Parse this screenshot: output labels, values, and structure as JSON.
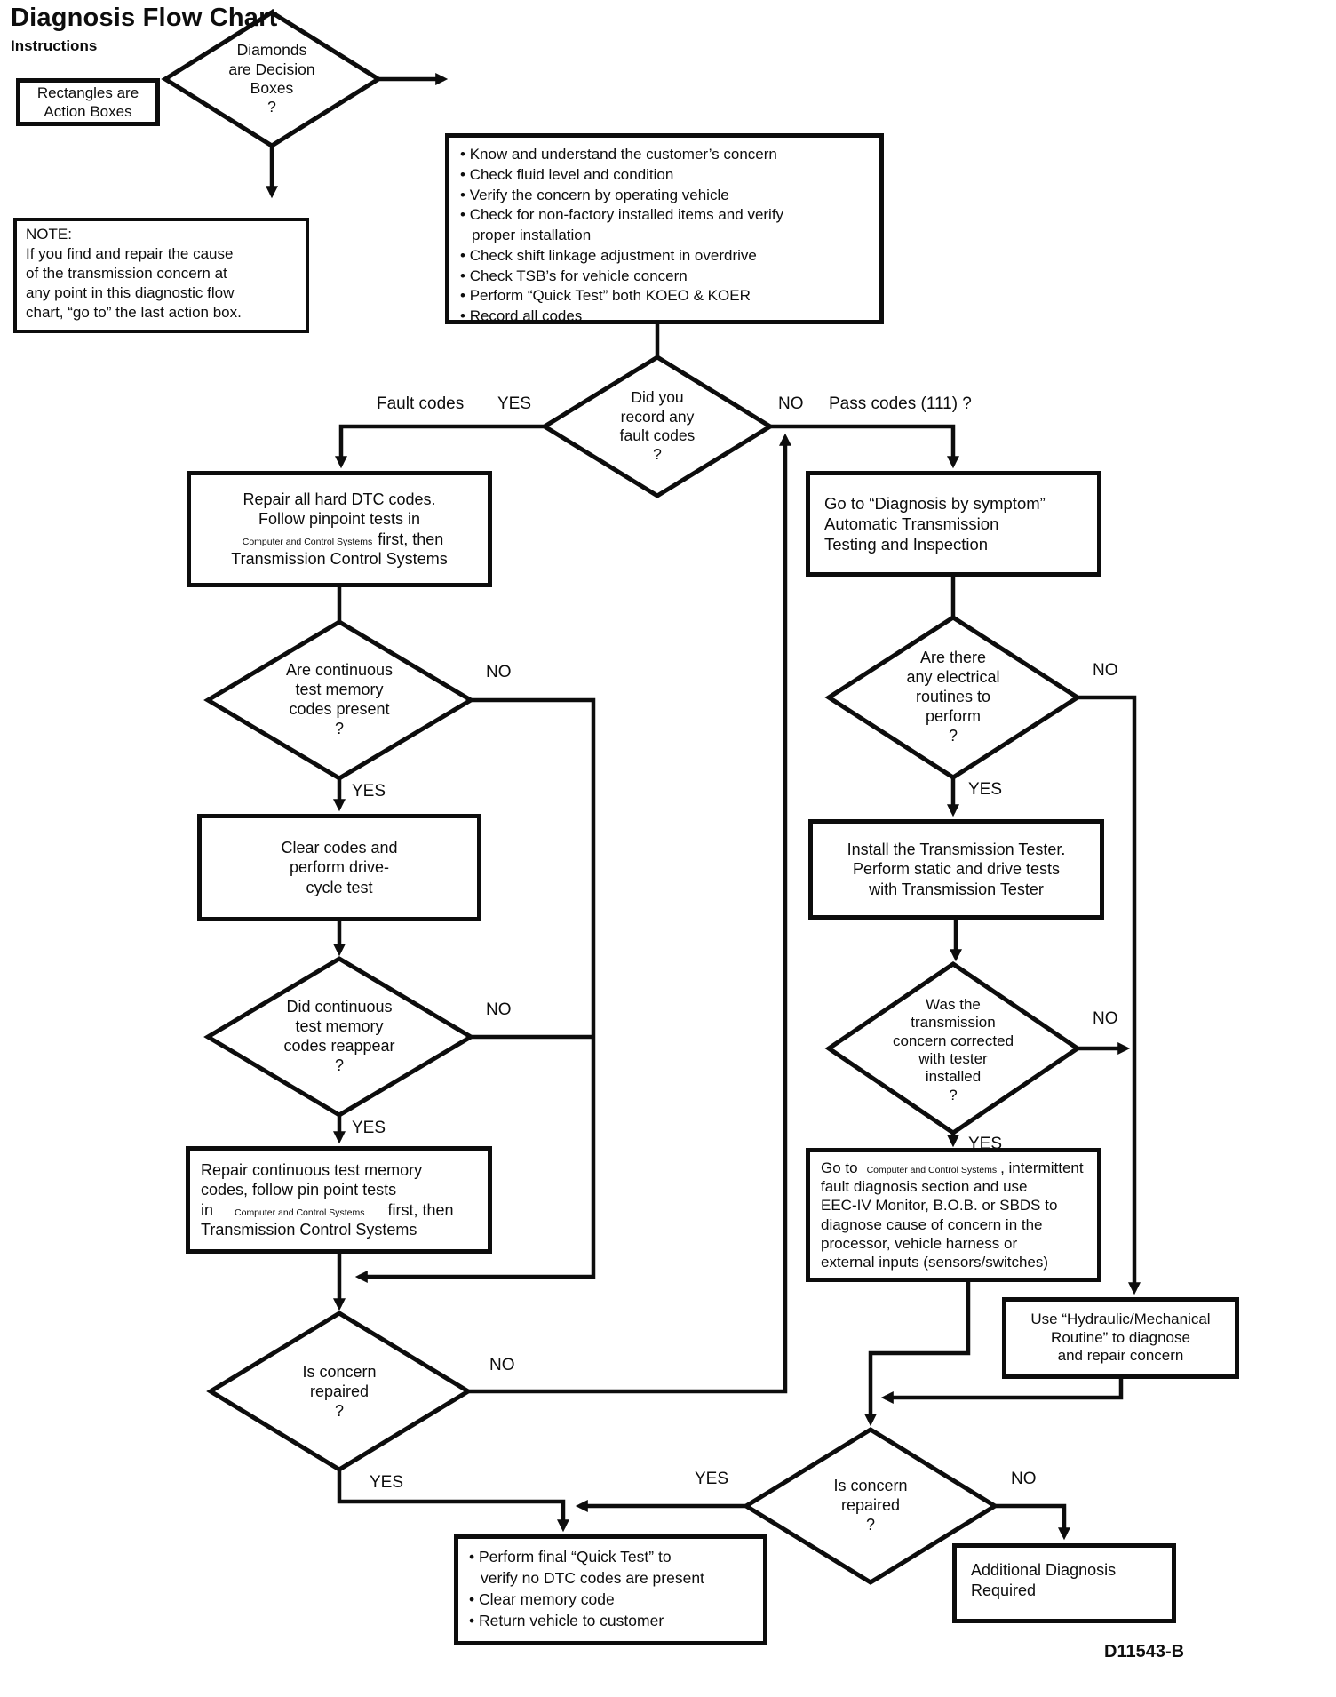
{
  "meta": {
    "title": "Diagnosis Flow Chart",
    "subtitle": "Instructions",
    "figure_code": "D11543-B"
  },
  "labels": {
    "yes": "YES",
    "no": "NO",
    "fault_codes": "Fault codes",
    "pass_codes": "Pass codes (111) ?"
  },
  "legend": {
    "rectangles_note": {
      "line1": "Rectangles are",
      "line2": "Action Boxes"
    },
    "diamond_lines": [
      "Diamonds",
      "are Decision",
      "Boxes",
      "?"
    ],
    "note": {
      "heading": "NOTE:",
      "lines": [
        "If you find and repair the cause",
        "of the transmission concern at",
        "any point in this diagnostic flow",
        "chart, “go to” the last action box."
      ]
    }
  },
  "nodes": {
    "initial_checks": {
      "items": [
        "Know and understand the customer’s concern",
        "Check fluid level and condition",
        "Verify the concern by operating vehicle",
        "Check for non-factory installed items and verify",
        "proper installation",
        "Check shift linkage adjustment in overdrive",
        "Check TSB’s for vehicle concern",
        "Perform “Quick Test” both KOEO & KOER",
        "Record all codes"
      ]
    },
    "record_codes": {
      "lines": [
        "Did you",
        "record any",
        "fault codes",
        "?"
      ]
    },
    "repair_hard": {
      "line1": "Repair all hard DTC codes.",
      "line2": "Follow pinpoint tests in",
      "line3_ref": "Computer and Control Systems",
      "line3_rest": "first, then",
      "line4": "Transmission Control Systems"
    },
    "continuous_present": {
      "lines": [
        "Are continuous",
        "test memory",
        "codes present",
        "?"
      ]
    },
    "clear_codes": {
      "lines": [
        "Clear codes and",
        "perform drive-",
        "cycle test"
      ]
    },
    "codes_reappear": {
      "lines": [
        "Did continuous",
        "test memory",
        "codes reappear",
        "?"
      ]
    },
    "repair_continuous": {
      "line1": "Repair continuous test memory",
      "line2": "codes, follow pin point tests",
      "line3_pre": "in",
      "line3_ref": "Computer and Control Systems",
      "line3_rest": "first, then",
      "line4": "Transmission Control Systems"
    },
    "concern_repaired_left": {
      "lines": [
        "Is concern",
        "repaired",
        "?"
      ]
    },
    "diagnosis_by_symptom": {
      "lines": [
        "Go to “Diagnosis by symptom”",
        "Automatic Transmission",
        "Testing and Inspection"
      ]
    },
    "electrical_routines": {
      "lines": [
        "Are there",
        "any electrical",
        "routines to",
        "perform",
        "?"
      ]
    },
    "install_tester": {
      "lines": [
        "Install the Transmission Tester.",
        "Perform static and drive tests",
        "with Transmission Tester"
      ]
    },
    "tester_corrected": {
      "lines": [
        "Was the",
        "transmission",
        "concern corrected",
        "with tester",
        "installed",
        "?"
      ]
    },
    "intermittent_diagnosis": {
      "line1_pre": "Go to",
      "line1_ref": "Computer and Control Systems",
      "line1_rest": ", intermittent",
      "line2": "fault diagnosis section and use",
      "line3": "EEC-IV Monitor, B.O.B. or SBDS to",
      "line4": "diagnose cause of concern in the",
      "line5": "processor, vehicle harness or",
      "line6": "external inputs (sensors/switches)"
    },
    "hydraulic_routine": {
      "lines": [
        "Use “Hydraulic/Mechanical",
        "Routine” to diagnose",
        "and repair concern"
      ]
    },
    "final_steps": {
      "items": [
        "Perform final “Quick Test” to",
        "verify no DTC codes are present",
        "Clear memory code",
        "Return vehicle to customer"
      ]
    },
    "additional_diagnosis": {
      "lines": [
        "Additional Diagnosis",
        "Required"
      ]
    }
  }
}
